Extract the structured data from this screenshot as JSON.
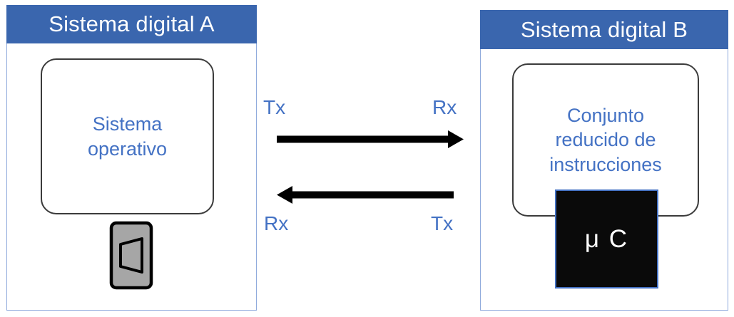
{
  "diagram": {
    "title_a": "Sistema digital A",
    "title_b": "Sistema digital B",
    "system_a": {
      "header_label": "Sistema digital A",
      "box_line_1": "Sistema",
      "box_line_2": "operativo",
      "connector_name": "serial-db9-connector"
    },
    "system_b": {
      "header_label": "Sistema digital B",
      "box_line_1": "Conjunto",
      "box_line_2": "reducido de",
      "box_line_3": "instrucciones",
      "mcu_label": "μ C"
    },
    "link": {
      "top_left_label": "Tx",
      "top_right_label": "Rx",
      "bottom_left_label": "Rx",
      "bottom_right_label": "Tx",
      "top_arrow_direction": "right",
      "bottom_arrow_direction": "left"
    },
    "colors": {
      "header_blue": "#3A66AE",
      "text_blue": "#4472C4",
      "panel_border": "#8FAADC",
      "box_border": "#3B3B3B",
      "mcu_fill": "#0A0A0A",
      "connector_fill": "#A6A6A6",
      "arrow_black": "#000000"
    }
  }
}
